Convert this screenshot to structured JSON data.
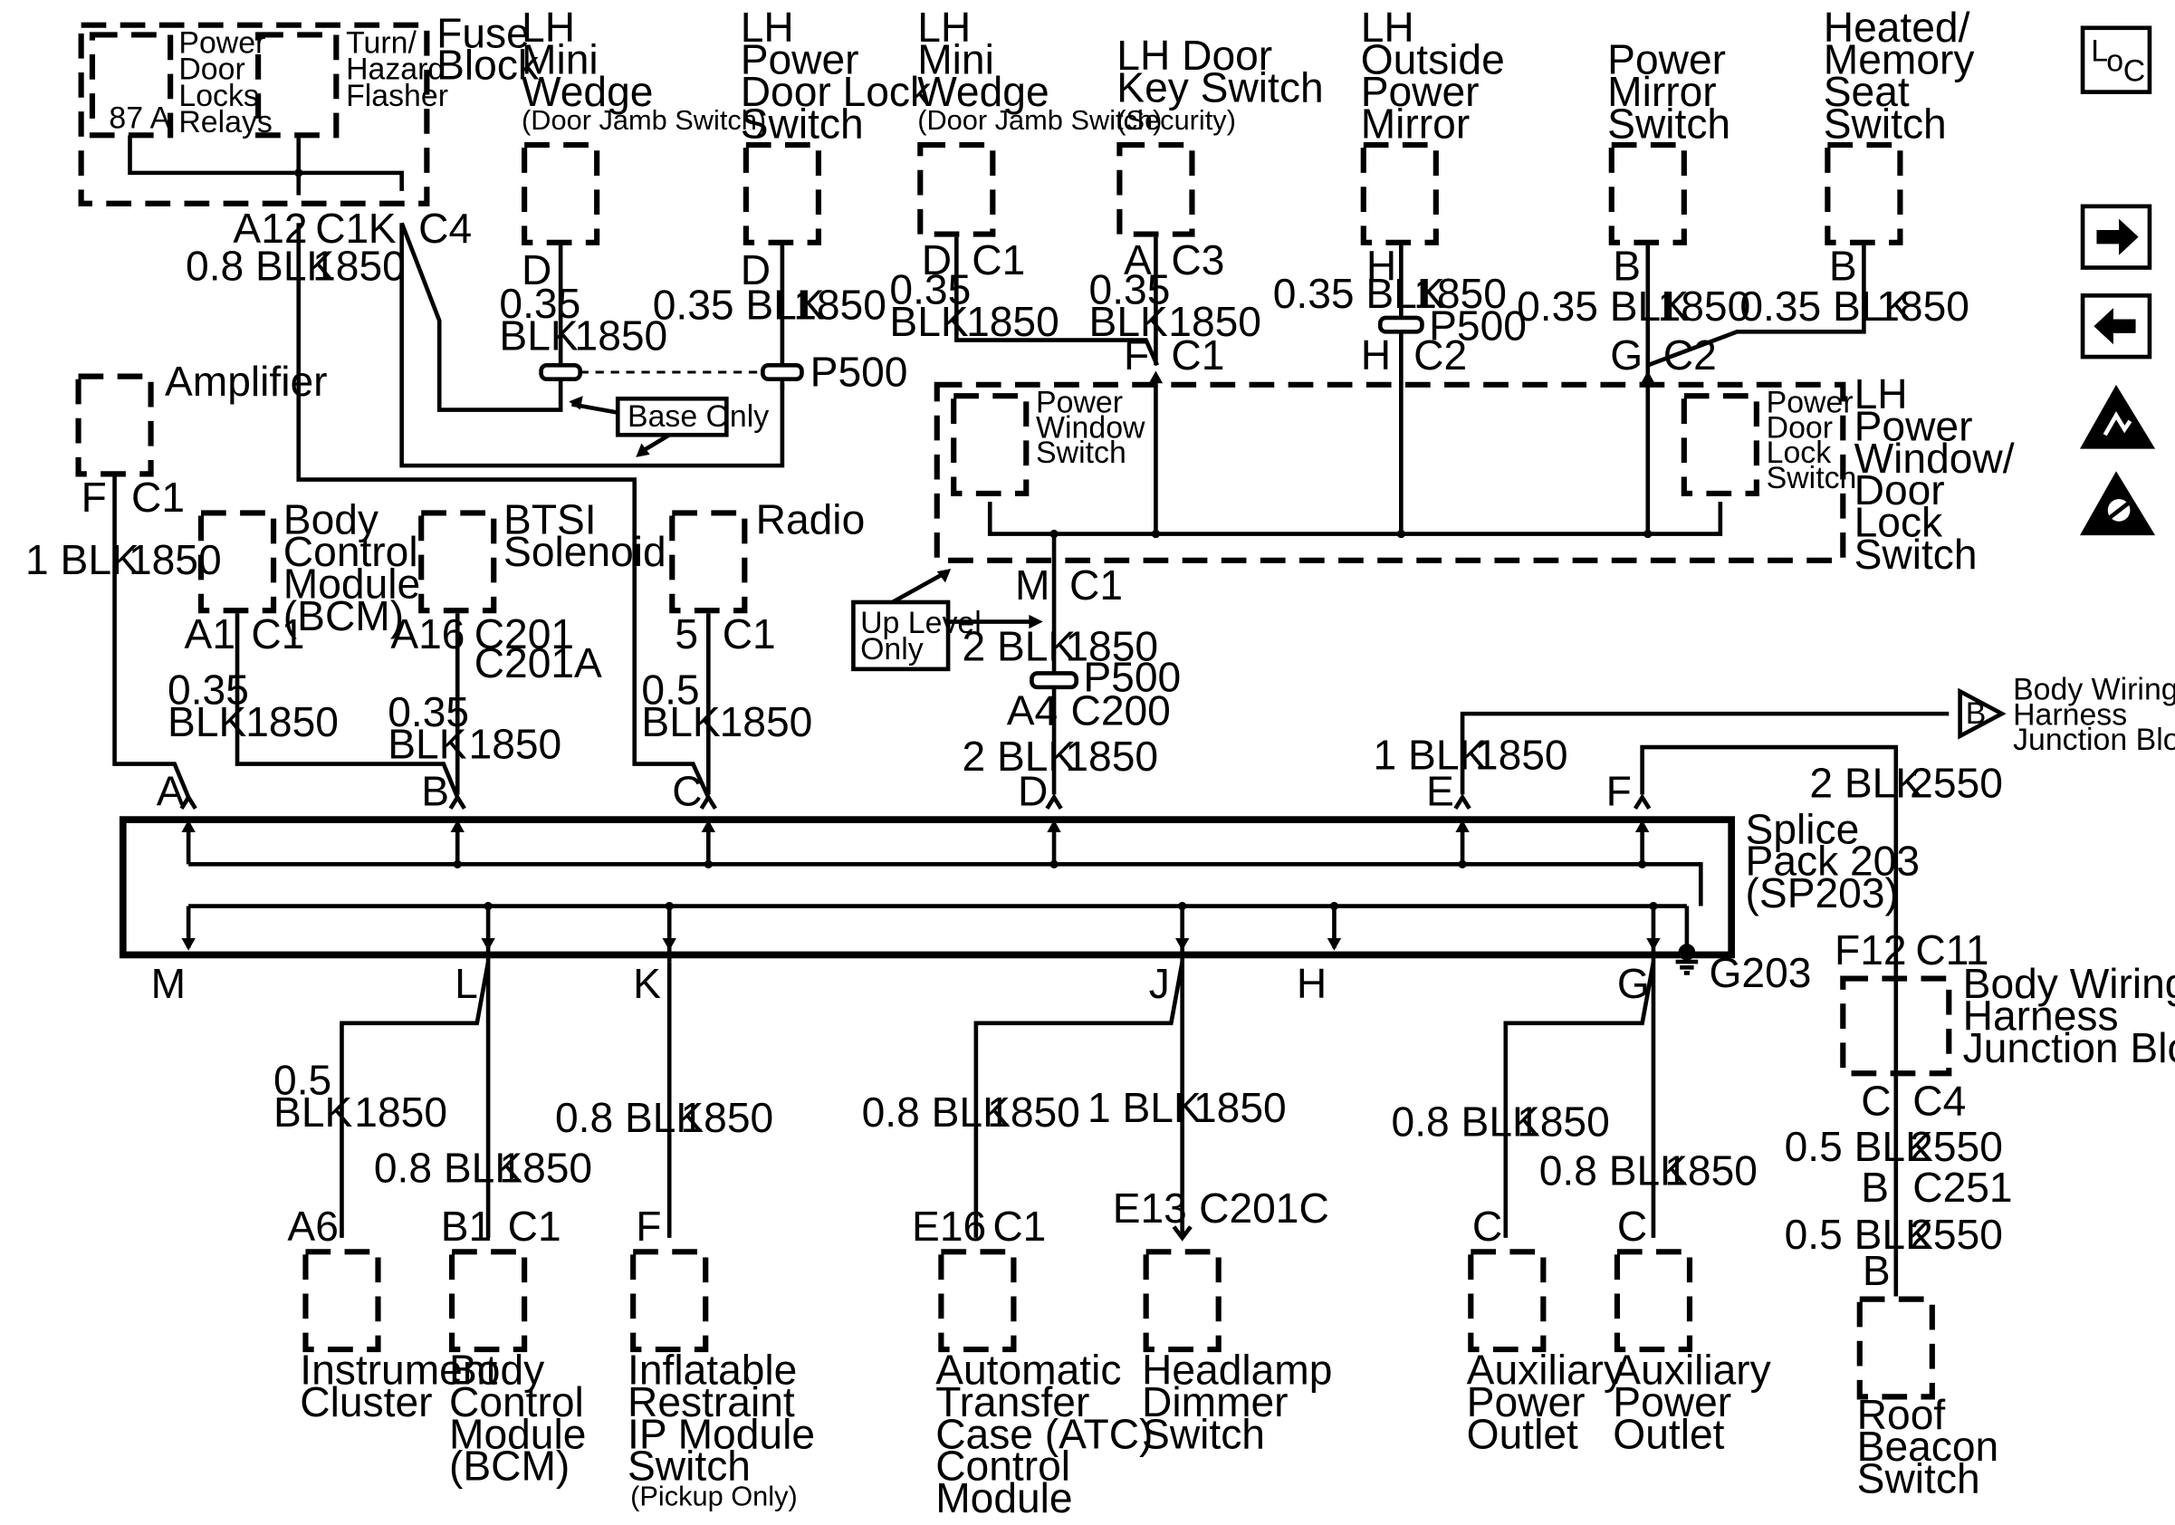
{
  "components": {
    "fuse_block": {
      "title": "Fuse Block",
      "relays": "Power Door Locks Relays",
      "relay_pin": "87 A",
      "flasher": "Turn/ Hazard Flasher",
      "pin_a": "A12",
      "conn_a": "C1",
      "pin_b": "K",
      "conn_b": "C4"
    },
    "lh_mini_wedge_1": {
      "title": "LH Mini Wedge",
      "sub": "(Door Jamb Switch)",
      "pin": "D"
    },
    "lh_power_door_lock_switch": {
      "title": "LH Power Door Lock Switch",
      "pin": "D"
    },
    "lh_mini_wedge_2": {
      "title": "LH Mini Wedge",
      "sub": "(Door Jamb Switch)",
      "pin": "D",
      "conn": "C1"
    },
    "lh_door_key_switch": {
      "title": "LH Door Key Switch",
      "sub": "(Security)",
      "pin": "A",
      "conn": "C3"
    },
    "lh_outside_power_mirror": {
      "title": "LH Outside Power Mirror",
      "pin": "H"
    },
    "power_mirror_switch": {
      "title": "Power Mirror Switch",
      "pin": "B"
    },
    "heated_memory_seat_switch": {
      "title": "Heated/ Memory Seat Switch",
      "pin": "B"
    },
    "amplifier": {
      "title": "Amplifier",
      "pin": "F",
      "conn": "C1"
    },
    "bcm_top": {
      "title": "Body Control Module (BCM)",
      "pin": "A1",
      "conn": "C1"
    },
    "btsi": {
      "title": "BTSI Solenoid",
      "pin": "A16",
      "conn": "C201",
      "conn2": "C201A"
    },
    "radio": {
      "title": "Radio",
      "pin": "5",
      "conn": "C1"
    },
    "lh_power_window_door_lock_switch": {
      "title": "LH Power Window/ Door Lock Switch",
      "pws": "Power Window Switch",
      "pdls": "Power Door Lock Switch",
      "pin": "M",
      "conn": "C1",
      "f_pin": "F",
      "f_conn": "C1",
      "h_pin": "H",
      "h_conn": "C2",
      "g_pin": "G",
      "g_conn": "C2"
    },
    "splice_pack": {
      "title": "Splice Pack 203 (SP203)",
      "ground": "G203",
      "pins_top": [
        "A",
        "B",
        "C",
        "D",
        "E",
        "F"
      ],
      "pins_bottom": [
        "M",
        "L",
        "K",
        "J",
        "H",
        "G"
      ]
    },
    "body_wiring_junction_ref": {
      "letter": "B",
      "title": "Body Wiring Harness Junction Block"
    },
    "body_wiring_junction_block": {
      "title": "Body Wiring Harness Junction Block",
      "pin": "F12",
      "conn": "C11",
      "pin2": "C",
      "conn2": "C4"
    },
    "instrument_cluster": {
      "title": "Instrument Cluster",
      "pin": "A6"
    },
    "bcm_bottom": {
      "title": "Body Control Module (BCM)",
      "pin": "B1",
      "conn": "C1"
    },
    "inflatable_restraint": {
      "title": "Inflatable Restraint IP Module Switch",
      "sub": "(Pickup Only)",
      "pin": "F"
    },
    "atc_module": {
      "title": "Automatic Transfer Case (ATC) Control Module",
      "pin": "E16",
      "conn": "C1"
    },
    "headlamp_dimmer": {
      "title": "Headlamp Dimmer Switch",
      "pin": "E13",
      "conn": "C201C"
    },
    "aux_outlet_1": {
      "title": "Auxiliary Power Outlet",
      "pin": "C"
    },
    "aux_outlet_2": {
      "title": "Auxiliary Power Outlet",
      "pin": "C"
    },
    "roof_beacon": {
      "title": "Roof Beacon Switch",
      "pin": "B",
      "c251_pin": "B",
      "c251_conn": "C251"
    }
  },
  "wires": {
    "fuse": {
      "gauge": "0.8 BLK",
      "circuit": "1850"
    },
    "mini_wedge_1": {
      "gauge": "0.35 BLK",
      "circuit": "1850"
    },
    "door_lock_sw": {
      "gauge": "0.35 BLK",
      "circuit": "1850"
    },
    "mini_wedge_2": {
      "gauge": "0.35 BLK",
      "circuit": "1850"
    },
    "key_sw": {
      "gauge": "0.35 BLK",
      "circuit": "1850"
    },
    "mirror": {
      "gauge": "0.35 BLK",
      "circuit": "1850"
    },
    "mirror_sw": {
      "gauge": "0.35 BLK",
      "circuit": "1850"
    },
    "seat_sw": {
      "gauge": "0.35 BLK",
      "circuit": "1850"
    },
    "amplifier": {
      "gauge": "1 BLK",
      "circuit": "1850"
    },
    "bcm_top": {
      "gauge": "0.35 BLK",
      "circuit": "1850"
    },
    "btsi": {
      "gauge": "0.35 BLK",
      "circuit": "1850"
    },
    "radio": {
      "gauge": "0.5 BLK",
      "circuit": "1850"
    },
    "window_sw": {
      "gauge": "2 BLK",
      "circuit": "1850"
    },
    "c200": {
      "gauge": "2 BLK",
      "circuit": "1850",
      "pin": "A4",
      "conn": "C200"
    },
    "e_wire": {
      "gauge": "1 BLK",
      "circuit": "1850"
    },
    "f_wire": {
      "gauge": "2 BLK",
      "circuit": "2550"
    },
    "instrument": {
      "gauge": "0.5 BLK",
      "circuit": "1850"
    },
    "bcm_bottom": {
      "gauge": "0.8 BLK",
      "circuit": "1850"
    },
    "restraint": {
      "gauge": "0.8 BLK",
      "circuit": "1850"
    },
    "atc": {
      "gauge": "0.8 BLK",
      "circuit": "1850"
    },
    "headlamp": {
      "gauge": "1 BLK",
      "circuit": "1850"
    },
    "aux1": {
      "gauge": "0.8 BLK",
      "circuit": "1850"
    },
    "aux2": {
      "gauge": "0.8 BLK",
      "circuit": "1850"
    },
    "roof_1": {
      "gauge": "0.5 BLK",
      "circuit": "2550"
    },
    "roof_2": {
      "gauge": "0.5 BLK",
      "circuit": "2550"
    }
  },
  "splices": {
    "p500": "P500"
  },
  "notes": {
    "base_only": "Base Only",
    "up_level_only": "Up Level Only"
  },
  "icons": {
    "loc": "LOC",
    "next": "arrow-right-icon",
    "prev": "arrow-left-icon",
    "esd": "esd-warning-icon"
  }
}
